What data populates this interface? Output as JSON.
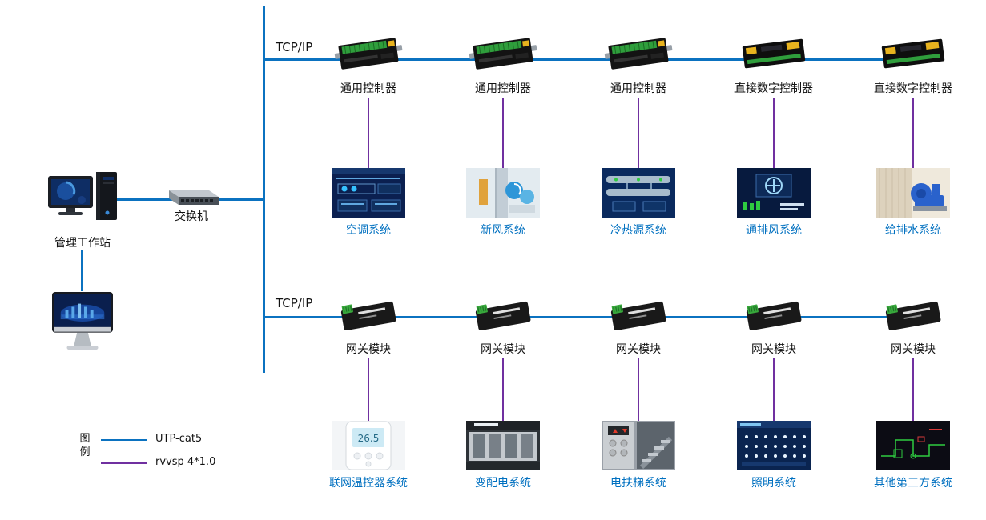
{
  "bus": {
    "top_label": "TCP/IP",
    "bottom_label": "TCP/IP"
  },
  "left": {
    "workstation_label": "管理工作站",
    "switch_label": "交换机"
  },
  "legend": {
    "title": "图例",
    "items": [
      {
        "label": "UTP-cat5",
        "color": "#0b72c0"
      },
      {
        "label": "rvvsp 4*1.0",
        "color": "#7030a0"
      }
    ]
  },
  "top_row": {
    "controllers": [
      "通用控制器",
      "通用控制器",
      "通用控制器",
      "直接数字控制器",
      "直接数字控制器"
    ],
    "systems": [
      "空调系统",
      "新风系统",
      "冷热源系统",
      "通排风系统",
      "给排水系统"
    ]
  },
  "bottom_row": {
    "controllers": [
      "网关模块",
      "网关模块",
      "网关模块",
      "网关模块",
      "网关模块"
    ],
    "systems": [
      "联网温控器系统",
      "变配电系统",
      "电扶梯系统",
      "照明系统",
      "其他第三方系统"
    ]
  },
  "images": {
    "thermostat_display": "26.5"
  },
  "colors": {
    "bus_line": "#0b72c0",
    "signal_line": "#7030a0",
    "system_label": "#0070c0"
  }
}
